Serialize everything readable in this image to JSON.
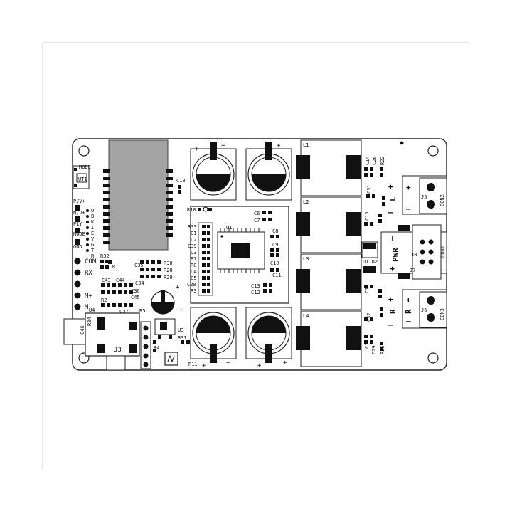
{
  "labels": {
    "pwr": "PWR",
    "mode": "MODE",
    "ut1": "UT1",
    "u1": "U1",
    "u3": "U3",
    "u4": "U4",
    "j3": "J3",
    "j5": "J5",
    "j6": "J6",
    "j7": "J7",
    "j8": "J8",
    "con1": "CON1",
    "con2": "CON2",
    "con3": "CON3",
    "l1": "L1",
    "l2": "L2",
    "l3": "L3",
    "l4": "L4",
    "d1d2": "D1 D2",
    "r_letter": "R",
    "l_letter": "L",
    "plus": "+",
    "minus": "—"
  },
  "left_pins": [
    "COM",
    "RX",
    "M+",
    "M-"
  ],
  "left_small": [
    "P/V+",
    "N/V+",
    "PLY",
    "MODE",
    "GND"
  ],
  "status_letters": [
    "O",
    "B",
    "K",
    "I",
    "E",
    "V",
    "G",
    "T",
    "R"
  ],
  "u1_refs_left": [
    "R33",
    "C1",
    "C2",
    "C39",
    "C3",
    "R7",
    "R8",
    "C4",
    "C5",
    "C20",
    "R3"
  ],
  "u1_refs_right": [
    "C6",
    "C7",
    "C8",
    "C9",
    "C10",
    "C11",
    "C13",
    "C12"
  ],
  "misc_refs": {
    "c18": "C18",
    "r10": "R10",
    "r32": "R32",
    "r1": "R1",
    "c35": "C35",
    "c34": "C34",
    "r30": "R30",
    "r28": "R28",
    "r29": "R29",
    "c43": "C43",
    "c44": "C44",
    "c36": "C36",
    "c45": "C45",
    "r2": "R2",
    "c37": "C37",
    "r5": "R5",
    "r31": "R31",
    "r4": "R4",
    "r11": "R11",
    "c46": "C46",
    "r34": "R34",
    "c14": "C14",
    "c26": "C26",
    "r22": "R22",
    "c31": "C31",
    "c15": "C15",
    "c16": "C16",
    "c32": "C32",
    "c17": "C17",
    "c29": "C29",
    "r25": "R25"
  }
}
